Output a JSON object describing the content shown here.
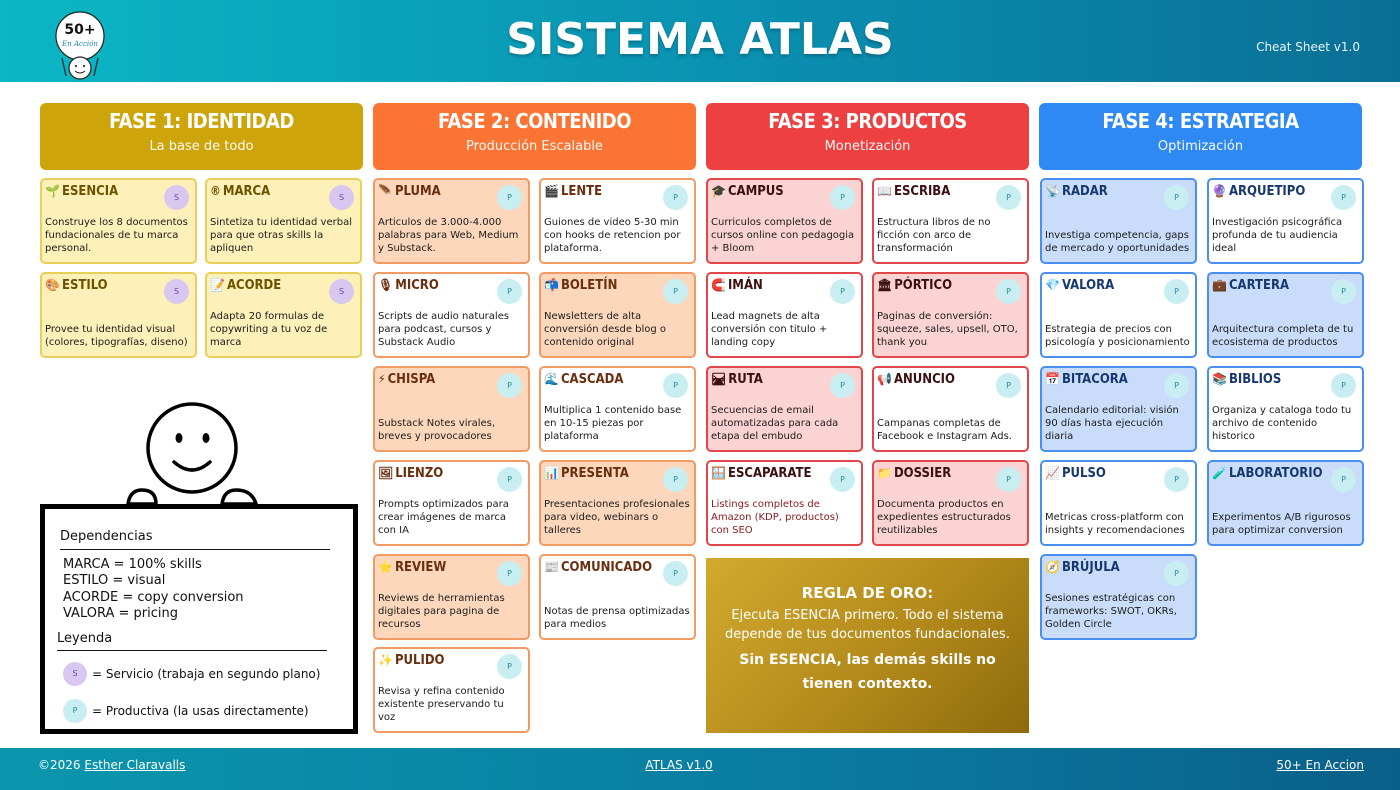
{
  "header": {
    "title": "SISTEMA ATLAS",
    "version": "Cheat Sheet v1.0",
    "logo_text": "50+",
    "logo_subtext": "En Acción"
  },
  "colors": {
    "fase1": "#cda40a",
    "fase2": "#fb7433",
    "fase3": "#ed4040",
    "fase4": "#2f89f4"
  },
  "phases": [
    {
      "title": "FASE 1: IDENTIDAD",
      "subtitle": "La base de todo"
    },
    {
      "title": "FASE 2: CONTENIDO",
      "subtitle": "Producción Escalable"
    },
    {
      "title": "FASE 3: PRODUCTOS",
      "subtitle": "Monetización"
    },
    {
      "title": "FASE 4: ESTRATEGIA",
      "subtitle": "Optimización"
    }
  ],
  "cards": {
    "esencia": {
      "icon": "🌱",
      "icon_name": "seedling-icon",
      "name": "ESENCIA",
      "badge": "S",
      "desc": "Construye los 8 documentos fundacionales de tu marca personal."
    },
    "marca": {
      "icon": "®",
      "icon_name": "registered-icon",
      "name": "MARCA",
      "badge": "S",
      "desc": "Sintetiza tu identidad verbal para que otras skills la apliquen"
    },
    "estilo": {
      "icon": "🎨",
      "icon_name": "palette-icon",
      "name": "ESTILO",
      "badge": "S",
      "desc": "Provee tu identidad visual (colores, tipografías, diseno)"
    },
    "acorde": {
      "icon": "📝",
      "icon_name": "memo-icon",
      "name": "ACORDE",
      "badge": "S",
      "desc": "Adapta 20 formulas de copywriting a tu voz de marca"
    },
    "pluma": {
      "icon": "🪶",
      "icon_name": "feather-icon",
      "name": "PLUMA",
      "badge": "P",
      "desc": "Articulos de 3.000-4.000 palabras para Web, Medium y  Substack."
    },
    "lente": {
      "icon": "🎬",
      "icon_name": "clapper-icon",
      "name": "LENTE",
      "badge": "P",
      "desc": "Guiones de video 5-30 min con hooks de retencion por plataforma."
    },
    "micro": {
      "icon": "🎙",
      "icon_name": "microphone-icon",
      "name": "MICRO",
      "badge": "P",
      "desc": "Scripts de audio naturales para podcast, cursos y Substack Audio"
    },
    "boletin": {
      "icon": "📬",
      "icon_name": "mailbox-icon",
      "name": "BOLETÍN",
      "badge": "P",
      "desc": "Newsletters de alta conversión desde blog o contenido original"
    },
    "chispa": {
      "icon": "⚡",
      "icon_name": "lightning-icon",
      "name": "CHISPA",
      "badge": "P",
      "desc": "Substack Notes virales, breves y provocadores"
    },
    "cascada": {
      "icon": "🌊",
      "icon_name": "wave-icon",
      "name": "CASCADA",
      "badge": "P",
      "desc": "Multiplica 1 contenido base en 10-15 piezas por plataforma"
    },
    "lienzo": {
      "icon": "🖼",
      "icon_name": "picture-icon",
      "name": "LIENZO",
      "badge": "P",
      "desc": "Prompts optimizados para crear imágenes de marca con IA"
    },
    "presenta": {
      "icon": "📊",
      "icon_name": "bar-chart-icon",
      "name": "PRESENTA",
      "badge": "P",
      "desc": "Presentaciones profesionales para video, webinars o talleres"
    },
    "review": {
      "icon": "⭐",
      "icon_name": "star-icon",
      "name": "REVIEW",
      "badge": "P",
      "desc": "Reviews de herramientas digitales para pagina de recursos"
    },
    "comunicado": {
      "icon": "📰",
      "icon_name": "newspaper-icon",
      "name": "COMUNICADO",
      "badge": "P",
      "desc": "Notas de prensa optimizadas para medios"
    },
    "pulido": {
      "icon": "✨",
      "icon_name": "sparkles-icon",
      "name": "PULIDO",
      "badge": "P",
      "desc": "Revisa y refina contenido existente preservando tu voz"
    },
    "campus": {
      "icon": "🎓",
      "icon_name": "graduation-cap-icon",
      "name": "CAMPUS",
      "badge": "P",
      "desc": "Curriculos completos de cursos online con pedagogia + Bloom"
    },
    "escriba": {
      "icon": "📖",
      "icon_name": "book-icon",
      "name": "ESCRIBA",
      "badge": "P",
      "desc": "Estructura libros de no ficción con arco de transformación"
    },
    "iman": {
      "icon": "🧲",
      "icon_name": "magnet-icon",
      "name": "IMÁN",
      "badge": "P",
      "desc": "Lead magnets de alta conversión con titulo + landing copy"
    },
    "portico": {
      "icon": "🏛",
      "icon_name": "columns-icon",
      "name": "PÓRTICO",
      "badge": "P",
      "desc": "Paginas de conversión: squeeze, sales, upsell, OTO, thank you"
    },
    "ruta": {
      "icon": "🛤",
      "icon_name": "railway-icon",
      "name": "RUTA",
      "badge": "P",
      "desc": "Secuencias de email automatizadas para cada etapa del embudo"
    },
    "anuncio": {
      "icon": "📢",
      "icon_name": "megaphone-icon",
      "name": "ANUNCIO",
      "badge": "P",
      "desc": "Campanas completas de Facebook e Instagram Ads."
    },
    "escaparate": {
      "icon": "🪟",
      "icon_name": "window-icon",
      "name": "ESCAPARATE",
      "badge": "P",
      "desc": "Listings completos de Amazon (KDP, productos) con SEO"
    },
    "dossier": {
      "icon": "📁",
      "icon_name": "folder-icon",
      "name": "DOSSIER",
      "badge": "P",
      "desc": "Documenta productos en expedientes estructurados reutilizables"
    },
    "radar": {
      "icon": "📡",
      "icon_name": "satellite-icon",
      "name": "RADAR",
      "badge": "P",
      "desc": "Investiga competencia, gaps de mercado y oportunidades"
    },
    "arquetipo": {
      "icon": "🔮",
      "icon_name": "crystal-ball-icon",
      "name": "ARQUETIPO",
      "badge": "P",
      "desc": "Investigación psicográfica profunda de tu audiencia ideal"
    },
    "valora": {
      "icon": "💎",
      "icon_name": "gem-icon",
      "name": "VALORA",
      "badge": "P",
      "desc": "Estrategia de precios con psicología y posicionamiento"
    },
    "cartera": {
      "icon": "💼",
      "icon_name": "briefcase-icon",
      "name": "CARTERA",
      "badge": "P",
      "desc": "Arquitectura completa de tu ecosistema de productos"
    },
    "bitacora": {
      "icon": "📅",
      "icon_name": "calendar-icon",
      "name": "BITACORA",
      "badge": "P",
      "desc": "Calendario editorial: visión 90 días hasta ejecución diaria"
    },
    "biblios": {
      "icon": "📚",
      "icon_name": "books-icon",
      "name": "BIBLIOS",
      "badge": "P",
      "desc": "Organiza y cataloga todo tu archivo de contenido historico"
    },
    "pulso": {
      "icon": "📈",
      "icon_name": "trend-chart-icon",
      "name": "PULSO",
      "badge": "P",
      "desc": "Metricas cross-platform con insights y recomendaciones"
    },
    "laboratorio": {
      "icon": "🧪",
      "icon_name": "test-tube-icon",
      "name": "LABORATORIO",
      "badge": "P",
      "desc": "Experimentos A/B rigurosos para optimizar conversion"
    },
    "brujula": {
      "icon": "🧭",
      "icon_name": "compass-icon",
      "name": "BRÚJULA",
      "badge": "P",
      "desc": "Sesiones estratégicas con frameworks: SWOT, OKRs, Golden Circle"
    }
  },
  "golden_rule": {
    "title": "REGLA DE ORO:",
    "text": "Ejecuta ESENCIA primero. Todo el sistema depende de tus documentos fundacionales.",
    "strong": "Sin ESENCIA, las demás skills no tienen contexto."
  },
  "board": {
    "dependencies_title": "Dependencias",
    "dependencies": [
      "MARCA = 100% skills",
      "ESTILO = visual",
      "ACORDE = copy conversion",
      "VALORA = pricing"
    ],
    "legend_title": "Leyenda",
    "legend": [
      {
        "badge": "S",
        "text": "= Servicio (trabaja en segundo plano)"
      },
      {
        "badge": "P",
        "text": "= Productiva (la usas directamente)"
      }
    ]
  },
  "footer": {
    "copyright": "©2026 ",
    "author_link": "Esther Claravalls",
    "center_link": "ATLAS v1.0",
    "right_link": "50+ En Accion"
  }
}
